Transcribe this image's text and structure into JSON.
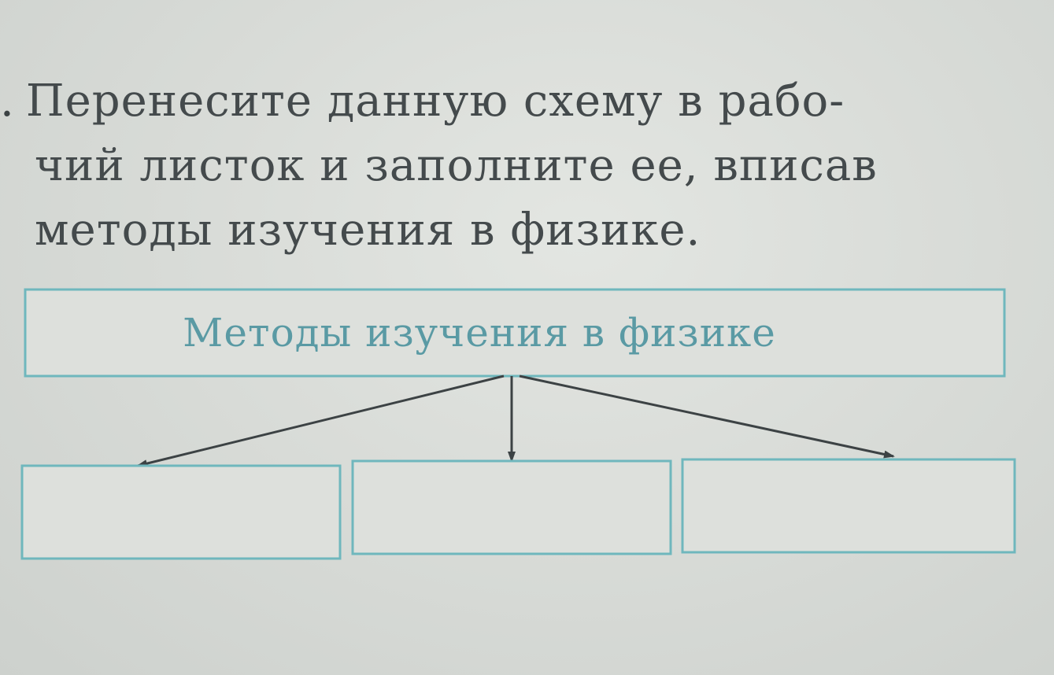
{
  "task": {
    "number_fragment": ".",
    "line1": "Перенесите данную схему в рабо-",
    "line2": "чий листок и заполните ее, вписав",
    "line3": "методы изучения в физике."
  },
  "diagram": {
    "root_label": "Методы изучения в физике",
    "children": [
      "",
      "",
      ""
    ],
    "colors": {
      "box_border": "#6fb7bd",
      "box_fill": "#dde0dc",
      "root_text": "#5a9aa4",
      "arrow": "#3c4244",
      "body_text": "#444a4c"
    }
  }
}
